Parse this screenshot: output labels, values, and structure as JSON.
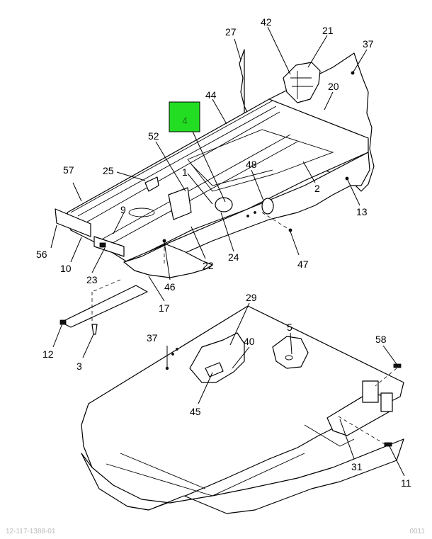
{
  "highlight": {
    "label": "4",
    "color": "#22dd22",
    "text_color": "#1a7f1a"
  },
  "callouts": [
    {
      "id": "c27",
      "text": "27"
    },
    {
      "id": "c42",
      "text": "42"
    },
    {
      "id": "c21",
      "text": "21"
    },
    {
      "id": "c37a",
      "text": "37"
    },
    {
      "id": "c20",
      "text": "20"
    },
    {
      "id": "c44",
      "text": "44"
    },
    {
      "id": "c52",
      "text": "52"
    },
    {
      "id": "c57",
      "text": "57"
    },
    {
      "id": "c25",
      "text": "25"
    },
    {
      "id": "c1",
      "text": "1"
    },
    {
      "id": "c48",
      "text": "48"
    },
    {
      "id": "c2",
      "text": "2"
    },
    {
      "id": "c13",
      "text": "13"
    },
    {
      "id": "c9",
      "text": "9"
    },
    {
      "id": "c56",
      "text": "56"
    },
    {
      "id": "c10",
      "text": "10"
    },
    {
      "id": "c23",
      "text": "23"
    },
    {
      "id": "c22",
      "text": "22"
    },
    {
      "id": "c24",
      "text": "24"
    },
    {
      "id": "c47",
      "text": "47"
    },
    {
      "id": "c46",
      "text": "46"
    },
    {
      "id": "c17",
      "text": "17"
    },
    {
      "id": "c12",
      "text": "12"
    },
    {
      "id": "c3",
      "text": "3"
    },
    {
      "id": "c29",
      "text": "29"
    },
    {
      "id": "c5",
      "text": "5"
    },
    {
      "id": "c37b",
      "text": "37"
    },
    {
      "id": "c40",
      "text": "40"
    },
    {
      "id": "c58",
      "text": "58"
    },
    {
      "id": "c45",
      "text": "45"
    },
    {
      "id": "c31",
      "text": "31"
    },
    {
      "id": "c11",
      "text": "11"
    }
  ],
  "footer": {
    "left": "12-117-1388-01",
    "right": "0011"
  }
}
